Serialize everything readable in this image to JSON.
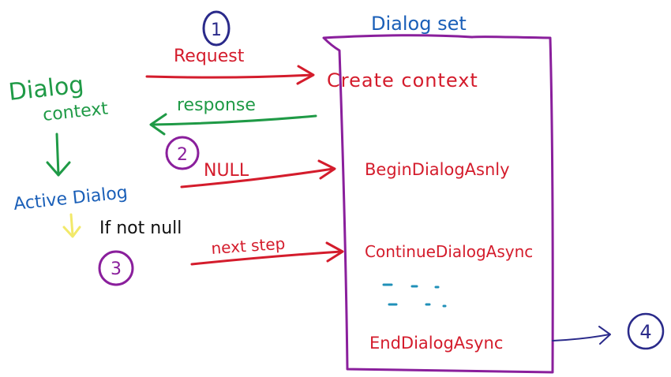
{
  "diagram": {
    "dialog_set_label": "Dialog set",
    "dialog_context_line1": "Dialog",
    "dialog_context_line2": "context",
    "active_dialog_label": "Active Dialog",
    "if_not_null_label": "If not null",
    "request_label": "Request",
    "response_label": "response",
    "null_label": "NULL",
    "next_step_label": "next step",
    "methods": {
      "create_context": "Create context",
      "begin_dialog": "BeginDialogAsnly",
      "continue_dialog": "ContinueDialogAsync",
      "end_dialog": "EndDialogAsync"
    },
    "step_numbers": [
      "1",
      "2",
      "3",
      "4"
    ],
    "colors": {
      "red": "#d41c2c",
      "green": "#1f9a46",
      "blue": "#1a5fb8",
      "purple": "#8a1f9c",
      "navy": "#2a2a8a",
      "yellow": "#f2e96a",
      "black": "#111111",
      "teal": "#2090b8"
    }
  }
}
